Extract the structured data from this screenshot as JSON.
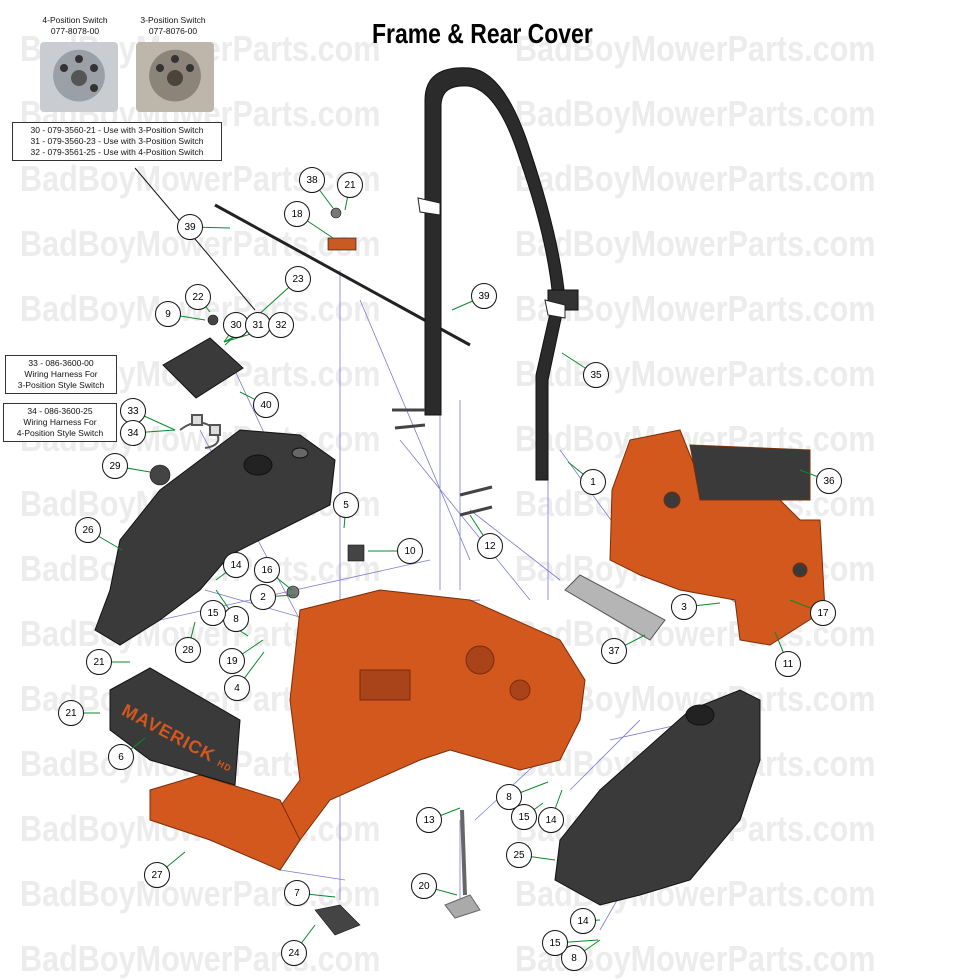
{
  "title": "Frame & Rear Cover",
  "watermark": "BadBoyMowerParts.com",
  "switches": [
    {
      "name": "4-Position Switch",
      "part": "077-8078-00"
    },
    {
      "name": "3-Position Switch",
      "part": "077-8076-00"
    }
  ],
  "notes": {
    "switch_parts": [
      "30 - 079-3560-21 - Use with 3-Position Switch",
      "31 - 079-3560-23 - Use with 3-Position Switch",
      "32 - 079-3561-25 - Use with 4-Position Switch"
    ],
    "harness_3": [
      "33 - 086-3600-00",
      "Wiring Harness For",
      "3-Position Style Switch"
    ],
    "harness_4": [
      "34 - 086-3600-25",
      "Wiring Harness For",
      "4-Position Style Switch"
    ]
  },
  "decal_text": {
    "maverick": "MAVERICK",
    "hd": "HD"
  },
  "callouts": [
    "1",
    "2",
    "3",
    "4",
    "5",
    "6",
    "7",
    "8",
    "8",
    "8",
    "9",
    "10",
    "11",
    "12",
    "13",
    "14",
    "14",
    "14",
    "15",
    "15",
    "15",
    "16",
    "17",
    "18",
    "19",
    "20",
    "21",
    "21",
    "21",
    "22",
    "23",
    "24",
    "25",
    "26",
    "27",
    "28",
    "29",
    "30",
    "31",
    "32",
    "33",
    "34",
    "35",
    "36",
    "37",
    "38",
    "39",
    "39",
    "40"
  ],
  "colors": {
    "frame": "#d2581e",
    "plastic": "#3a3a3a",
    "roll_bar": "#2b2b2b",
    "guide_lines": "#7b7bd6"
  }
}
